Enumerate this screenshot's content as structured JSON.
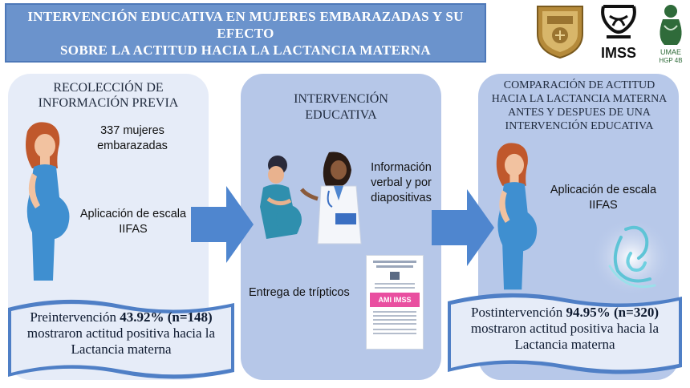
{
  "title": {
    "line1": "INTERVENCIÓN EDUCATIVA EN MUJERES EMBARAZADAS Y SU EFECTO",
    "line2": "SOBRE LA ACTITUD HACIA LA LACTANCIA MATERNA"
  },
  "logos": {
    "imss_text": "IMSS",
    "umae_line1": "UMAE",
    "umae_line2": "HGP 4B"
  },
  "panel1": {
    "title_line1": "RECOLECCIÓN DE",
    "title_line2": "INFORMACIÓN PREVIA",
    "count_line1": "337 mujeres",
    "count_line2": "embarazadas",
    "scale_line1": "Aplicación de escala",
    "scale_line2": "IIFAS",
    "result_prefix": "Preintervención ",
    "result_value": "43.92% (n=148)",
    "result_line2": "mostraron actitud positiva hacia la",
    "result_line3": "Lactancia materna"
  },
  "panel2": {
    "title_line1": "INTERVENCIÓN",
    "title_line2": "EDUCATIVA",
    "info_line1": "Información",
    "info_line2": "verbal y por",
    "info_line3": "diapositivas",
    "brochure_label": "Entrega de trípticos",
    "brochure_badge": "AMI IMSS"
  },
  "panel3": {
    "title_line1": "COMPARACIÓN DE ACTITUD",
    "title_line2": "HACIA LA LACTANCIA MATERNA",
    "title_line3": "ANTES Y DESPUES DE UNA",
    "title_line4": "INTERVENCIÓN EDUCATIVA",
    "scale_line1": "Aplicación de escala",
    "scale_line2": "IIFAS",
    "result_prefix": "Postintervención ",
    "result_value": "94.95% (n=320)",
    "result_line2": "mostraron actitud positiva hacia la",
    "result_line3": "Lactancia materna"
  },
  "colors": {
    "title_bg": "#6b93cc",
    "arrow": "#4f86cf",
    "ribbon": "#4f7fc6",
    "panel_light": "#e6ecf8",
    "panel_mid": "#b6c7e8",
    "dress": "#3f8fd0"
  }
}
